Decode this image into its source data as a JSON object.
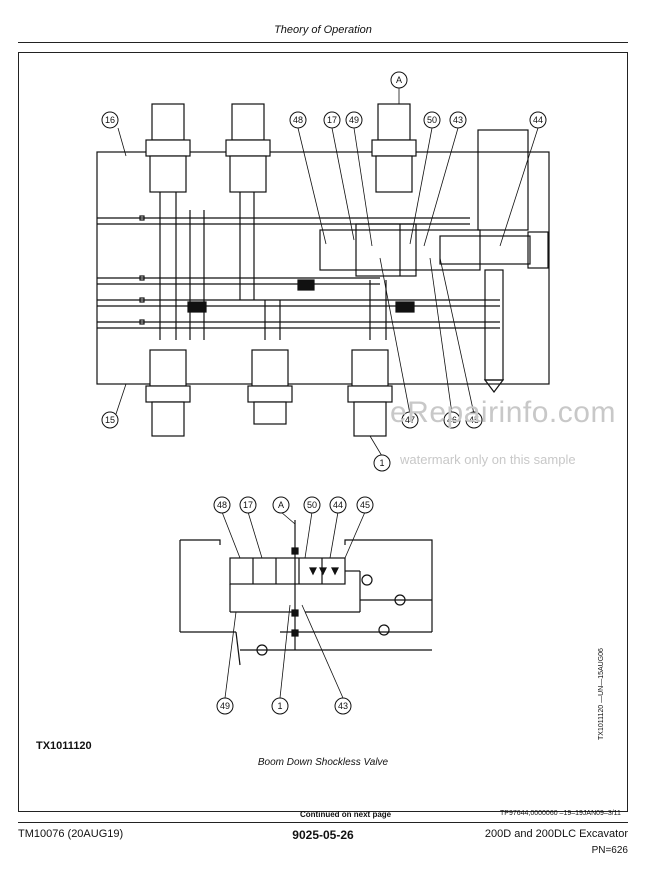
{
  "header": {
    "title": "Theory of Operation"
  },
  "figure": {
    "id": "TX1011120",
    "caption": "Boom Down Shockless Valve",
    "side_code": "TX1011120 —UN—15AUG06",
    "callouts_top": [
      "A",
      "16",
      "48",
      "17",
      "49",
      "50",
      "43",
      "44",
      "15",
      "47",
      "46",
      "45",
      "1"
    ],
    "callouts_schematic": [
      "48",
      "17",
      "A",
      "50",
      "44",
      "45",
      "49",
      "1",
      "43"
    ]
  },
  "watermark": {
    "brand": "eRepairinfo.com",
    "note": "watermark only on this sample"
  },
  "bottom": {
    "continued": "Continued on next page",
    "tp_code": "TP97644,0000060 –19–19JAN09–3/11"
  },
  "footer": {
    "left": "TM10076 (20AUG19)",
    "center": "9025-05-26",
    "right": "200D and 200DLC Excavator",
    "pn": "PN=626"
  }
}
